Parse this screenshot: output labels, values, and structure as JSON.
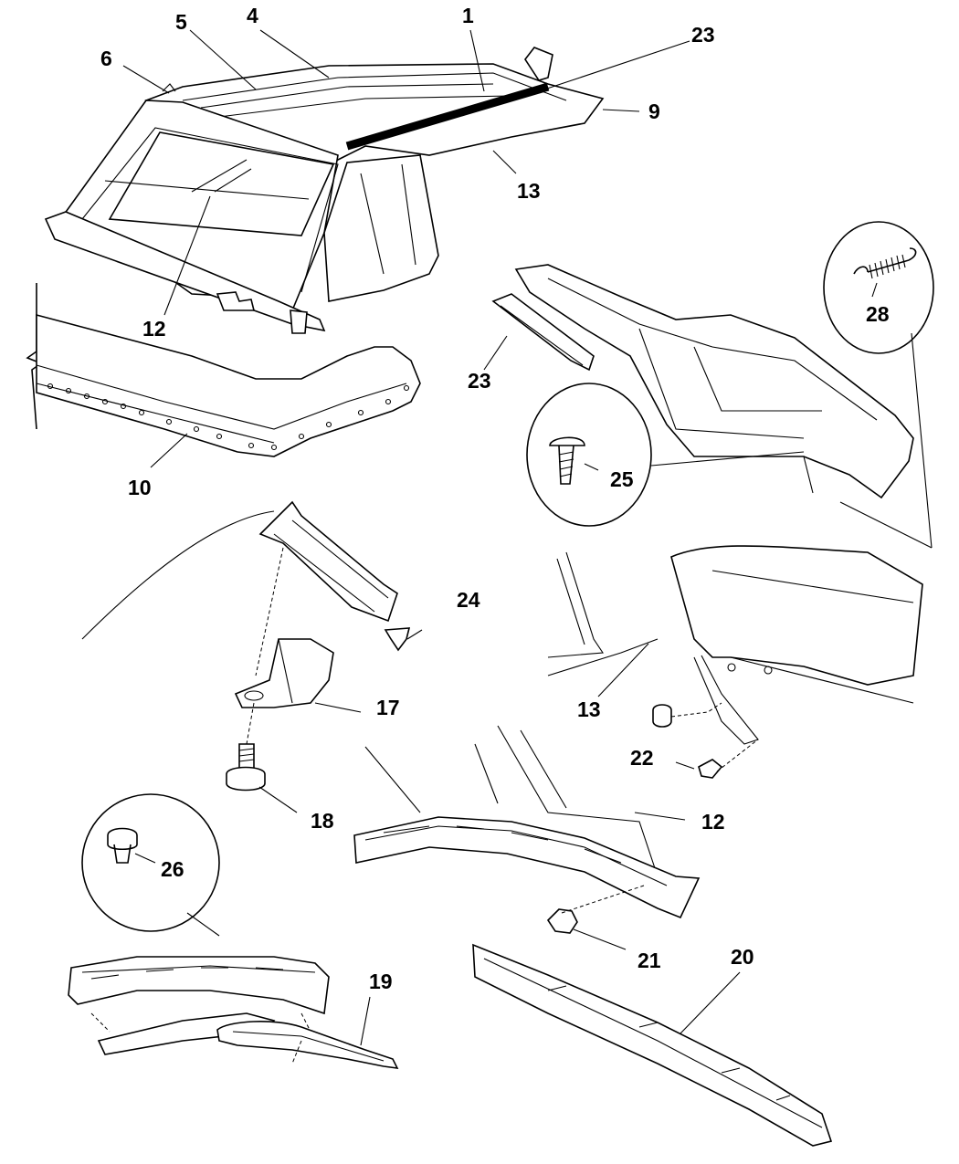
{
  "callouts": [
    {
      "id": "c1",
      "text": "1"
    },
    {
      "id": "c4",
      "text": "4"
    },
    {
      "id": "c5",
      "text": "5"
    },
    {
      "id": "c6",
      "text": "6"
    },
    {
      "id": "c23a",
      "text": "23"
    },
    {
      "id": "c9",
      "text": "9"
    },
    {
      "id": "c13a",
      "text": "13"
    },
    {
      "id": "c12a",
      "text": "12"
    },
    {
      "id": "c28",
      "text": "28"
    },
    {
      "id": "c23b",
      "text": "23"
    },
    {
      "id": "c10",
      "text": "10"
    },
    {
      "id": "c25",
      "text": "25"
    },
    {
      "id": "c24",
      "text": "24"
    },
    {
      "id": "c17",
      "text": "17"
    },
    {
      "id": "c13b",
      "text": "13"
    },
    {
      "id": "c22",
      "text": "22"
    },
    {
      "id": "c18",
      "text": "18"
    },
    {
      "id": "c12b",
      "text": "12"
    },
    {
      "id": "c26",
      "text": "26"
    },
    {
      "id": "c21",
      "text": "21"
    },
    {
      "id": "c20",
      "text": "20"
    },
    {
      "id": "c19",
      "text": "19"
    }
  ]
}
